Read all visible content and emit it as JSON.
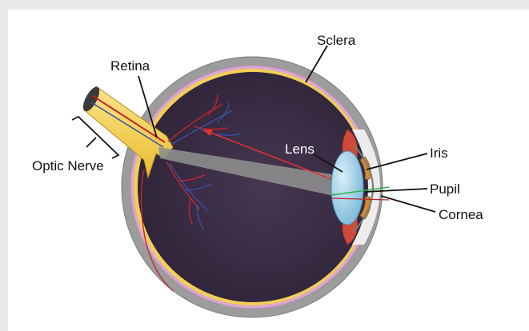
{
  "diagram": {
    "labels": {
      "sclera": "Sclera",
      "retina": "Retina",
      "optic_nerve": "Optic Nerve",
      "lens": "Lens",
      "iris": "Iris",
      "pupil": "Pupil",
      "cornea": "Cornea"
    },
    "colors": {
      "background": "#e9e9e9",
      "panel": "#ffffff",
      "sclera_outer": "#9a9a9a",
      "choroid_pink": "#d9a7cf",
      "retina_yellow": "#f6d35c",
      "vitreous": "#3a2d45",
      "optic_nerve": "#f4d04f",
      "blood_vessel_red": "#c3252b",
      "blood_vessel_blue": "#3a4fa3",
      "lens": "#9fd0e8",
      "iris": "#d2892f",
      "cornea": "#cfcfcf",
      "light_ray_red": "#e23030",
      "light_ray_green": "#2fb14f",
      "ciliary_body": "#d04a3a"
    }
  }
}
